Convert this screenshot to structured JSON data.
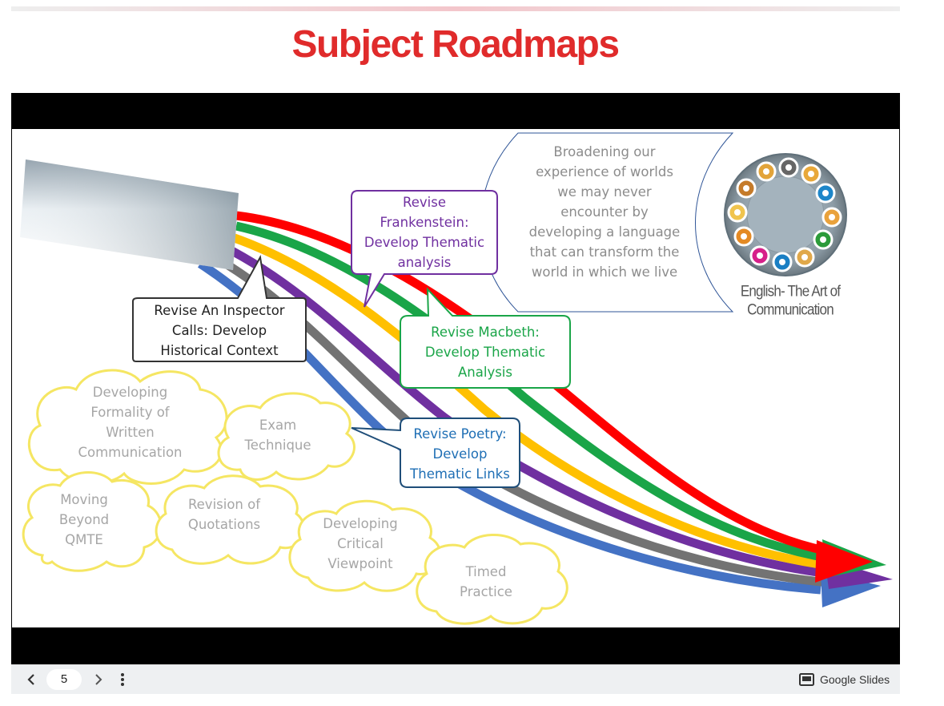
{
  "page": {
    "title": "Subject Roadmaps"
  },
  "colors": {
    "title": "#e02b2b",
    "red": "#ff0000",
    "green": "#1aa548",
    "yellow": "#ffc000",
    "purple": "#7030a0",
    "gray": "#737373",
    "blue": "#4472c4"
  },
  "callouts": {
    "inspector": [
      "Revise An Inspector",
      "Calls: Develop",
      "Historical Context"
    ],
    "frankenstein": [
      "Revise",
      "Frankenstein:",
      "Develop Thematic",
      "analysis"
    ],
    "macbeth": [
      "Revise Macbeth:",
      "Develop Thematic",
      "Analysis"
    ],
    "poetry": [
      "Revise Poetry:",
      "Develop",
      "Thematic Links"
    ]
  },
  "quote": [
    "Broadening our",
    "experience of worlds",
    "we may never",
    "encounter by",
    "developing a language",
    "that can transform the",
    "world in which we live"
  ],
  "emblem": {
    "caption": "English- The Art of Communication"
  },
  "clouds": {
    "formality": [
      "Developing",
      "Formality of",
      "Written",
      "Communication"
    ],
    "exam": [
      "Exam",
      "Technique"
    ],
    "qmte": [
      "Moving",
      "Beyond",
      "QMTE"
    ],
    "quotations": [
      "Revision of",
      "Quotations"
    ],
    "critical": [
      "Developing",
      "Critical",
      "Viewpoint"
    ],
    "timed": [
      "Timed",
      "Practice"
    ]
  },
  "controls": {
    "prev_icon": "chevron-left-icon",
    "page_number": "5",
    "next_icon": "chevron-right-icon",
    "menu_icon": "more-vert-icon",
    "brand_icon": "slides-icon",
    "brand_label": "Google Slides"
  }
}
